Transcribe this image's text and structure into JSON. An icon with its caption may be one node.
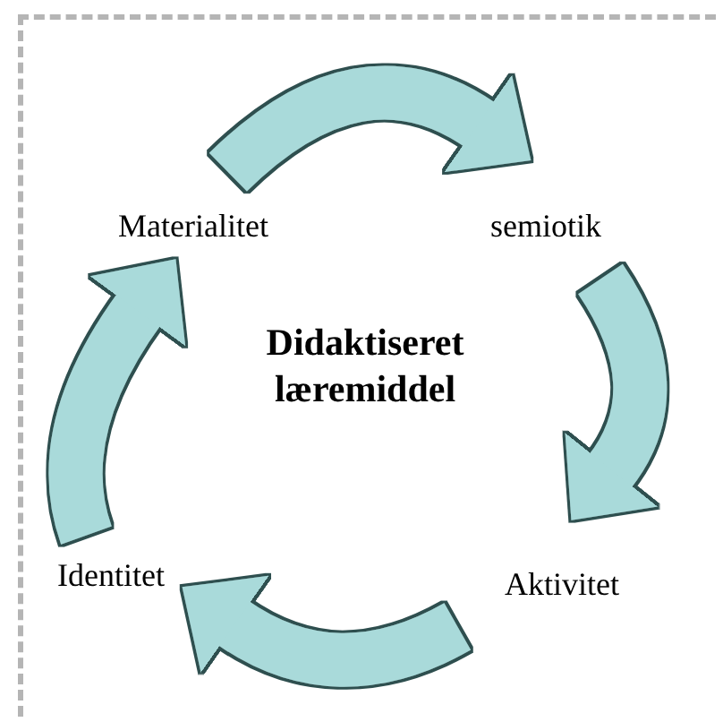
{
  "diagram": {
    "nodes": [
      {
        "text": [
          "Didaktiseret læremiddel"
        ]
      },
      {
        "text": [
          "Materialitet"
        ]
      },
      {
        "text": [
          "semiotik"
        ]
      },
      {
        "text": [
          "Aktivitet"
        ]
      },
      {
        "text": [
          "Identitet"
        ]
      }
    ],
    "edges": [
      {
        "from": 1,
        "to": 2,
        "arrow": "to"
      },
      {
        "from": 2,
        "to": 3,
        "arrow": "to"
      },
      {
        "from": 3,
        "to": 4,
        "arrow": "to"
      },
      {
        "from": 4,
        "to": 1,
        "arrow": "to"
      }
    ]
  }
}
